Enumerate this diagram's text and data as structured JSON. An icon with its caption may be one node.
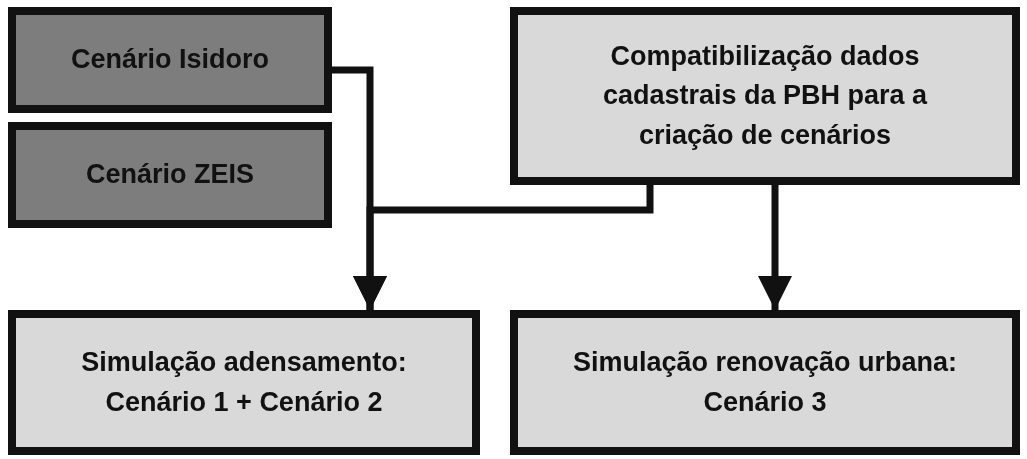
{
  "diagram": {
    "nodes": [
      {
        "text": [
          "Cenário Isidoro"
        ]
      },
      {
        "text": [
          "Cenário ZEIS"
        ]
      },
      {
        "text": [
          "Compatibilização dados cadastrais da PBH para a criação de cenários"
        ]
      },
      {
        "text": [
          "Simulação adensamento:",
          "Cenário 1 + Cenário 2"
        ]
      },
      {
        "text": [
          "Simulação renovação urbana:",
          "Cenário 3"
        ]
      }
    ],
    "edges": [
      {
        "from": 0,
        "to": 3,
        "arrow": "to"
      },
      {
        "from": 2,
        "to": 3,
        "arrow": "to"
      },
      {
        "from": 2,
        "to": 4,
        "arrow": "to"
      }
    ]
  }
}
